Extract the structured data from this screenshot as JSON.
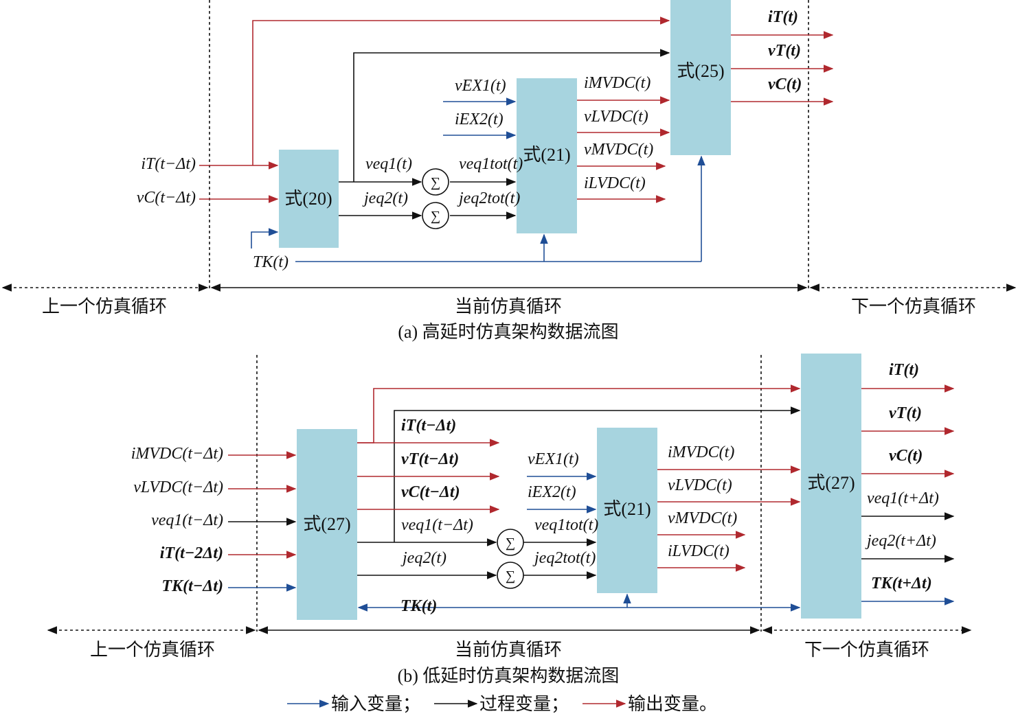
{
  "colors": {
    "input": "#1f4e96",
    "process": "#111111",
    "output": "#b0282e",
    "box": "#a7d4df"
  },
  "a": {
    "box20": "式(20)",
    "box21": "式(21)",
    "box25": "式(25)",
    "in_iT": "iT(t−Δt)",
    "in_vC": "vC(t−Δt)",
    "in_TK": "TK(t)",
    "veq1": "veq1(t)",
    "jeq2": "jeq2(t)",
    "veq1tot": "veq1tot(t)",
    "jeq2tot": "jeq2tot(t)",
    "vEX1": "vEX1(t)",
    "iEX2": "iEX2(t)",
    "iMVDC": "iMVDC(t)",
    "vLVDC": "vLVDC(t)",
    "vMVDC": "vMVDC(t)",
    "iLVDC": "iLVDC(t)",
    "out_iT": "iT(t)",
    "out_vT": "vT(t)",
    "out_vC": "vC(t)",
    "prev": "上一个仿真循环",
    "curr": "当前仿真循环",
    "next": "下一个仿真循环",
    "caption": "(a) 高延时仿真架构数据流图"
  },
  "b": {
    "box27a": "式(27)",
    "box21": "式(21)",
    "box27b": "式(27)",
    "in_iMVDC": "iMVDC(t−Δt)",
    "in_vLVDC": "vLVDC(t−Δt)",
    "in_veq1": "veq1(t−Δt)",
    "in_iT": "iT(t−2Δt)",
    "in_TK": "TK(t−Δt)",
    "m_iT": "iT(t−Δt)",
    "m_vT": "vT(t−Δt)",
    "m_vC": "vC(t−Δt)",
    "m_veq1": "veq1(t−Δt)",
    "jeq2": "jeq2(t)",
    "veq1tot": "veq1tot(t)",
    "jeq2tot": "jeq2tot(t)",
    "vEX1": "vEX1(t)",
    "iEX2": "iEX2(t)",
    "iMVDC": "iMVDC(t)",
    "vLVDC": "vLVDC(t)",
    "vMVDC": "vMVDC(t)",
    "iLVDC": "iLVDC(t)",
    "TK": "TK(t)",
    "out_iT": "iT(t)",
    "out_vT": "vT(t)",
    "out_vC": "vC(t)",
    "out_veq1": "veq1(t+Δt)",
    "out_jeq2": "jeq2(t+Δt)",
    "out_TK": "TK(t+Δt)",
    "prev": "上一个仿真循环",
    "curr": "当前仿真循环",
    "next": "下一个仿真循环",
    "caption": "(b) 低延时仿真架构数据流图"
  },
  "legend": {
    "input": "输入变量；",
    "process": "过程变量；",
    "output": "输出变量。"
  }
}
